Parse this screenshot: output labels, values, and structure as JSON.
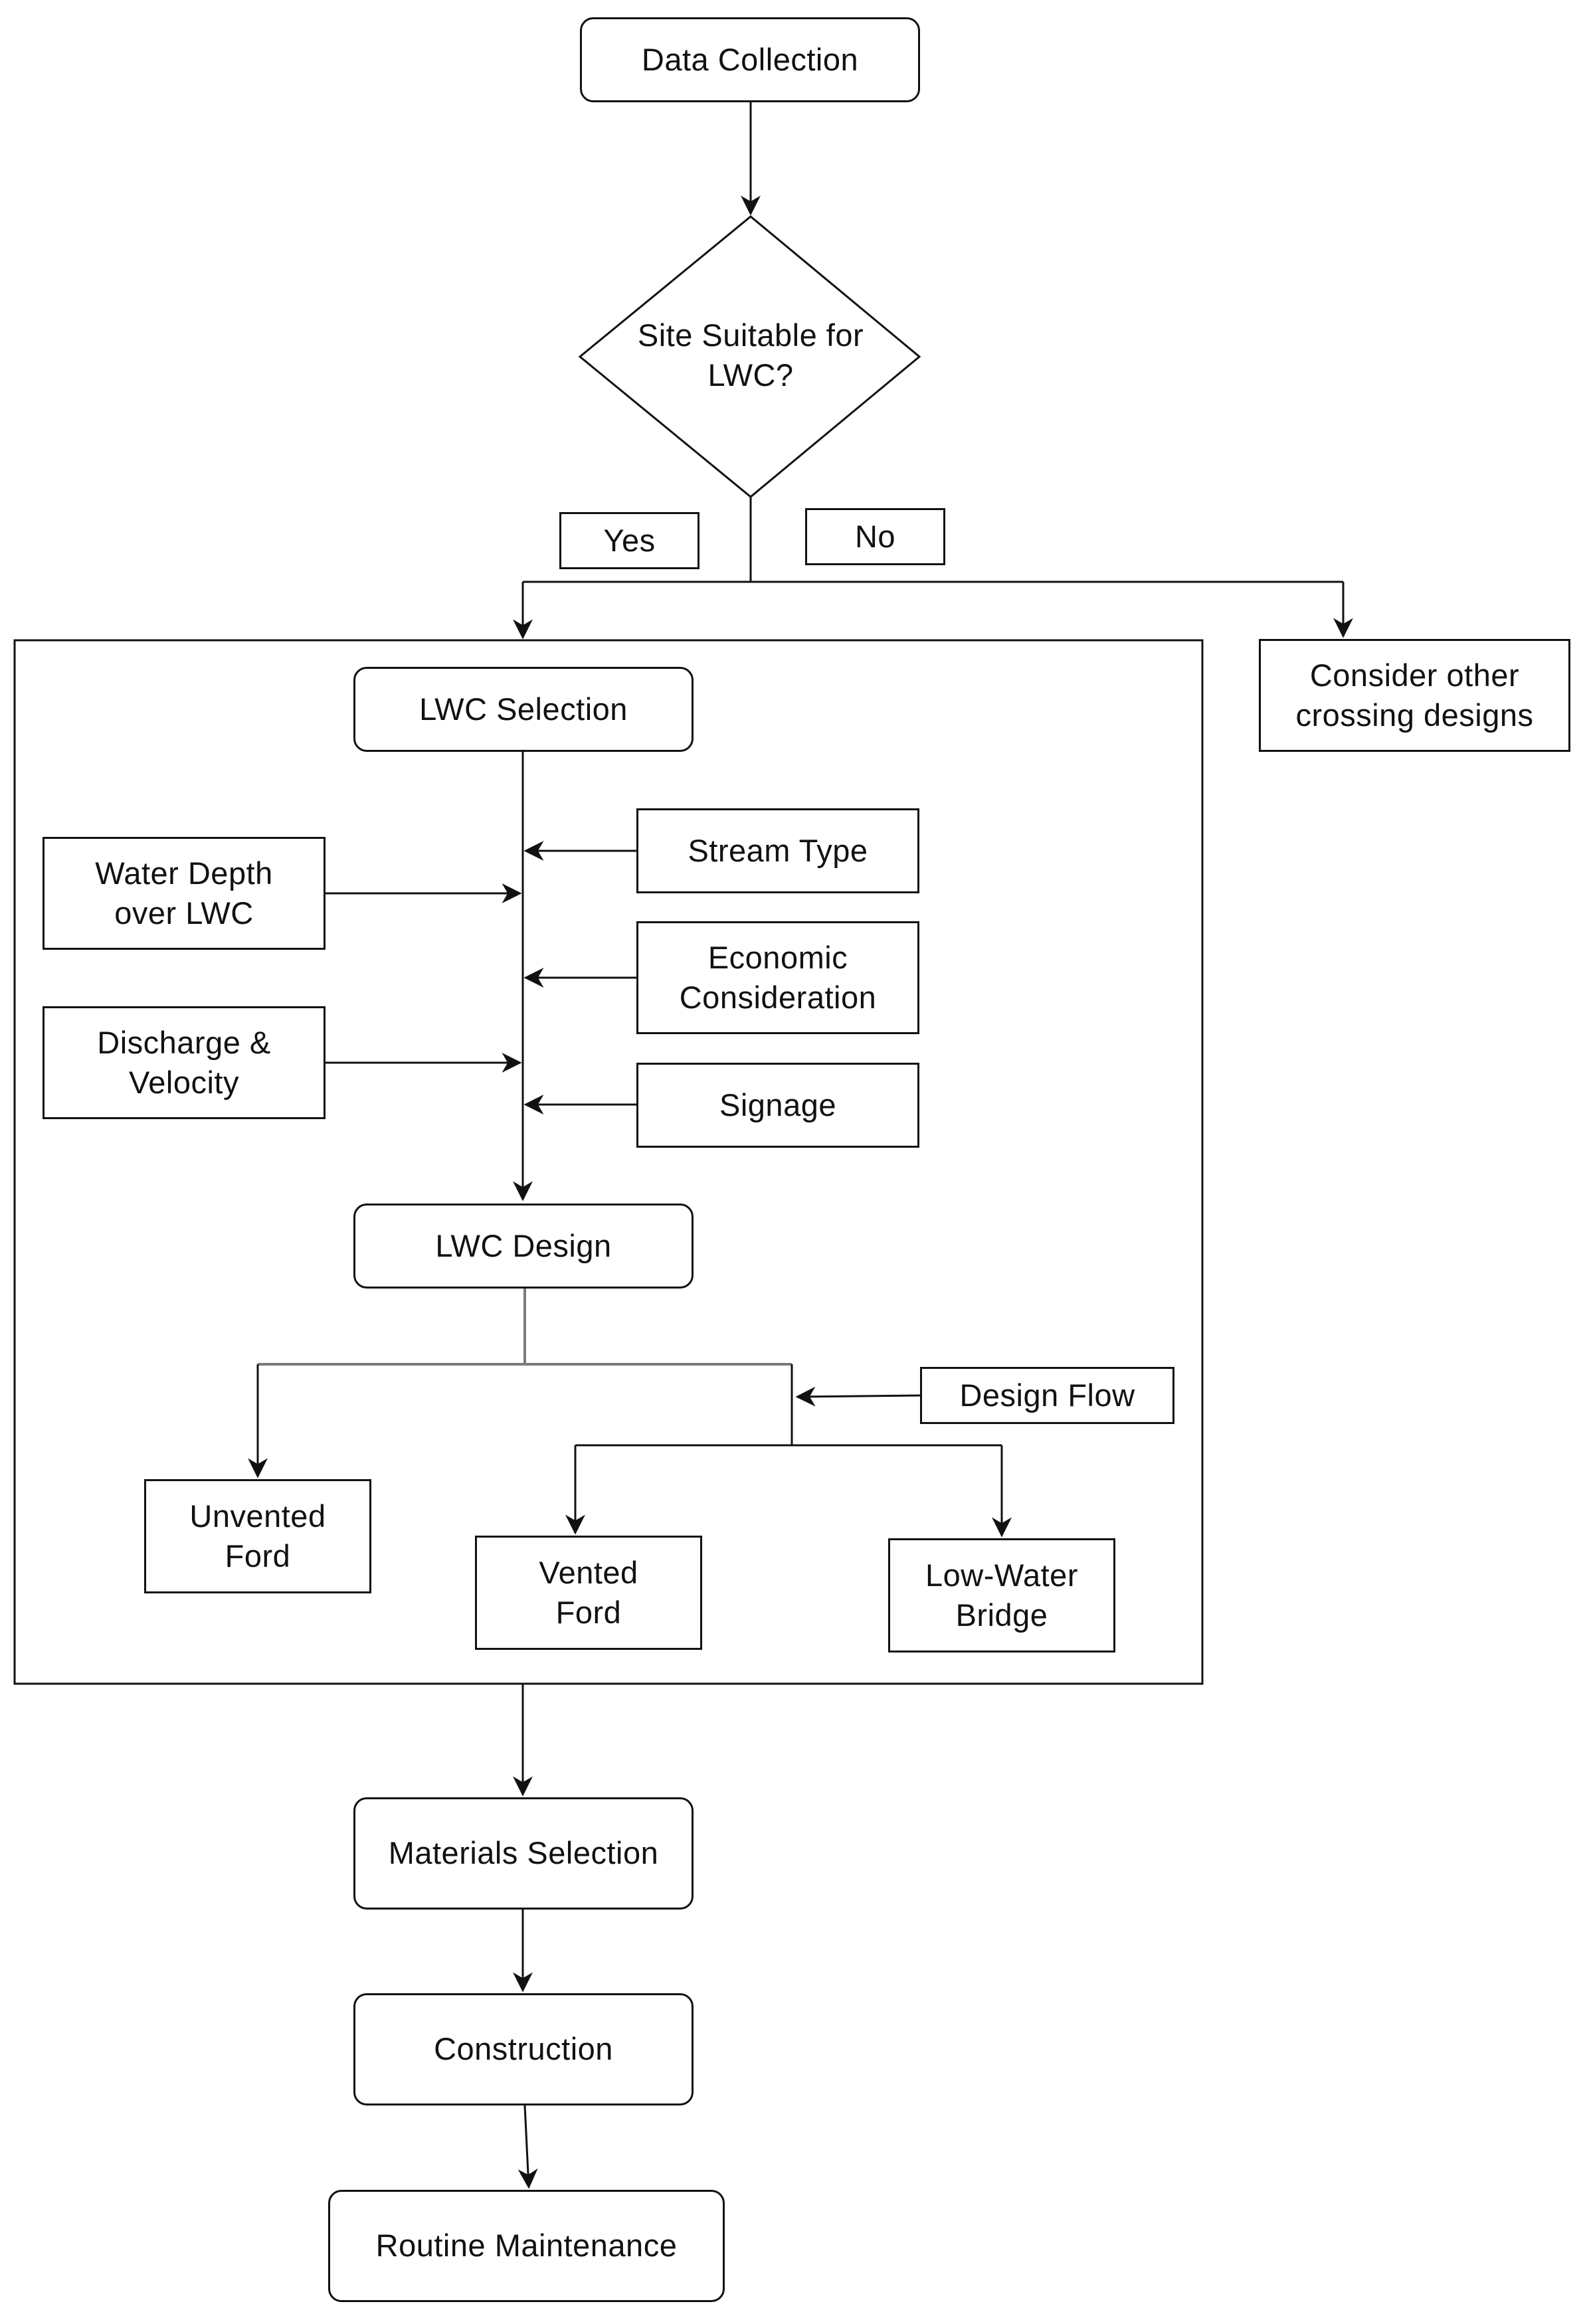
{
  "nodes": {
    "data_collection": "Data Collection",
    "site_suitable": "Site Suitable for\nLWC?",
    "yes": "Yes",
    "no": "No",
    "consider_other": "Consider other\ncrossing designs",
    "lwc_selection": "LWC Selection",
    "water_depth": "Water Depth\nover LWC",
    "stream_type": "Stream Type",
    "economic": "Economic\nConsideration",
    "discharge": "Discharge &\nVelocity",
    "signage": "Signage",
    "lwc_design": "LWC Design",
    "design_flow": "Design Flow",
    "unvented_ford": "Unvented\nFord",
    "vented_ford": "Vented\nFord",
    "low_water_bridge": "Low-Water\nBridge",
    "materials_selection": "Materials Selection",
    "construction": "Construction",
    "routine_maintenance": "Routine Maintenance"
  }
}
